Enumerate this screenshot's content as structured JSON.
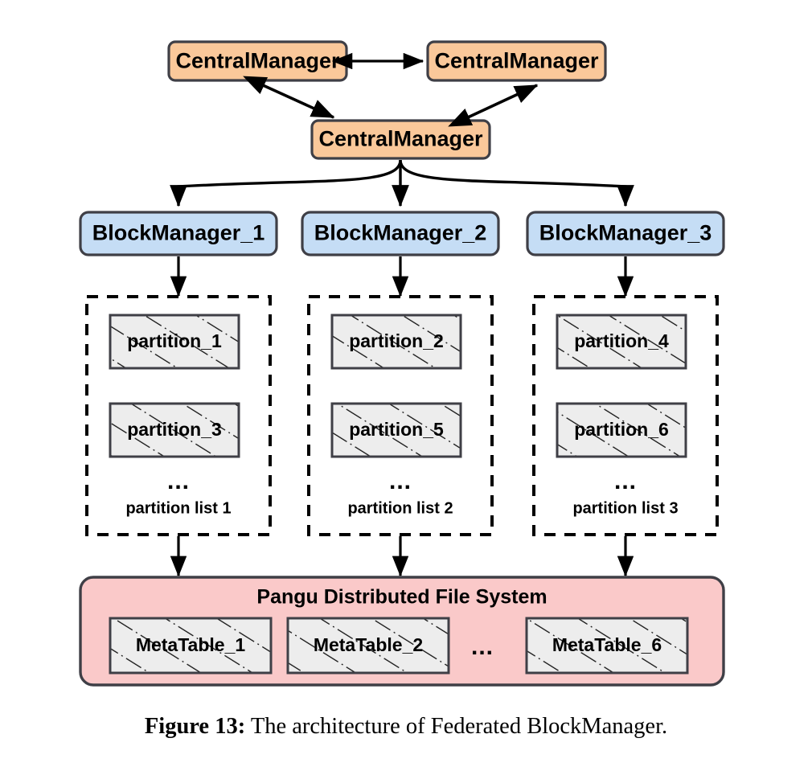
{
  "figure": {
    "caption_label": "Figure 13:",
    "caption_text": " The architecture of Federated BlockManager."
  },
  "colors": {
    "central_manager_fill": "#fac89a",
    "block_manager_fill": "#c5ddf5",
    "partition_fill": "#ededed",
    "metatable_fill": "#ededed",
    "pangu_fill": "#fac9c9",
    "border_dark": "#3f3f46",
    "stroke_black": "#000000"
  },
  "central_managers": [
    {
      "id": "cm-left",
      "label": "CentralManager"
    },
    {
      "id": "cm-right",
      "label": "CentralManager"
    },
    {
      "id": "cm-middle",
      "label": "CentralManager"
    }
  ],
  "block_managers": [
    {
      "id": "bm-1",
      "label": "BlockManager_1"
    },
    {
      "id": "bm-2",
      "label": "BlockManager_2"
    },
    {
      "id": "bm-3",
      "label": "BlockManager_3"
    }
  ],
  "partition_lists": [
    {
      "id": "partition-list-1",
      "caption": "partition list 1",
      "ellipsis": "...",
      "partitions": [
        {
          "id": "partition-1",
          "label": "partition_1"
        },
        {
          "id": "partition-3",
          "label": "partition_3"
        }
      ]
    },
    {
      "id": "partition-list-2",
      "caption": "partition list 2",
      "ellipsis": "...",
      "partitions": [
        {
          "id": "partition-2",
          "label": "partition_2"
        },
        {
          "id": "partition-5",
          "label": "partition_5"
        }
      ]
    },
    {
      "id": "partition-list-3",
      "caption": "partition list 3",
      "ellipsis": "...",
      "partitions": [
        {
          "id": "partition-4",
          "label": "partition_4"
        },
        {
          "id": "partition-6",
          "label": "partition_6"
        }
      ]
    }
  ],
  "storage": {
    "title": "Pangu Distributed File System",
    "ellipsis": "...",
    "meta_tables": [
      {
        "id": "metatable-1",
        "label": "MetaTable_1"
      },
      {
        "id": "metatable-2",
        "label": "MetaTable_2"
      },
      {
        "id": "metatable-6",
        "label": "MetaTable_6"
      }
    ]
  }
}
